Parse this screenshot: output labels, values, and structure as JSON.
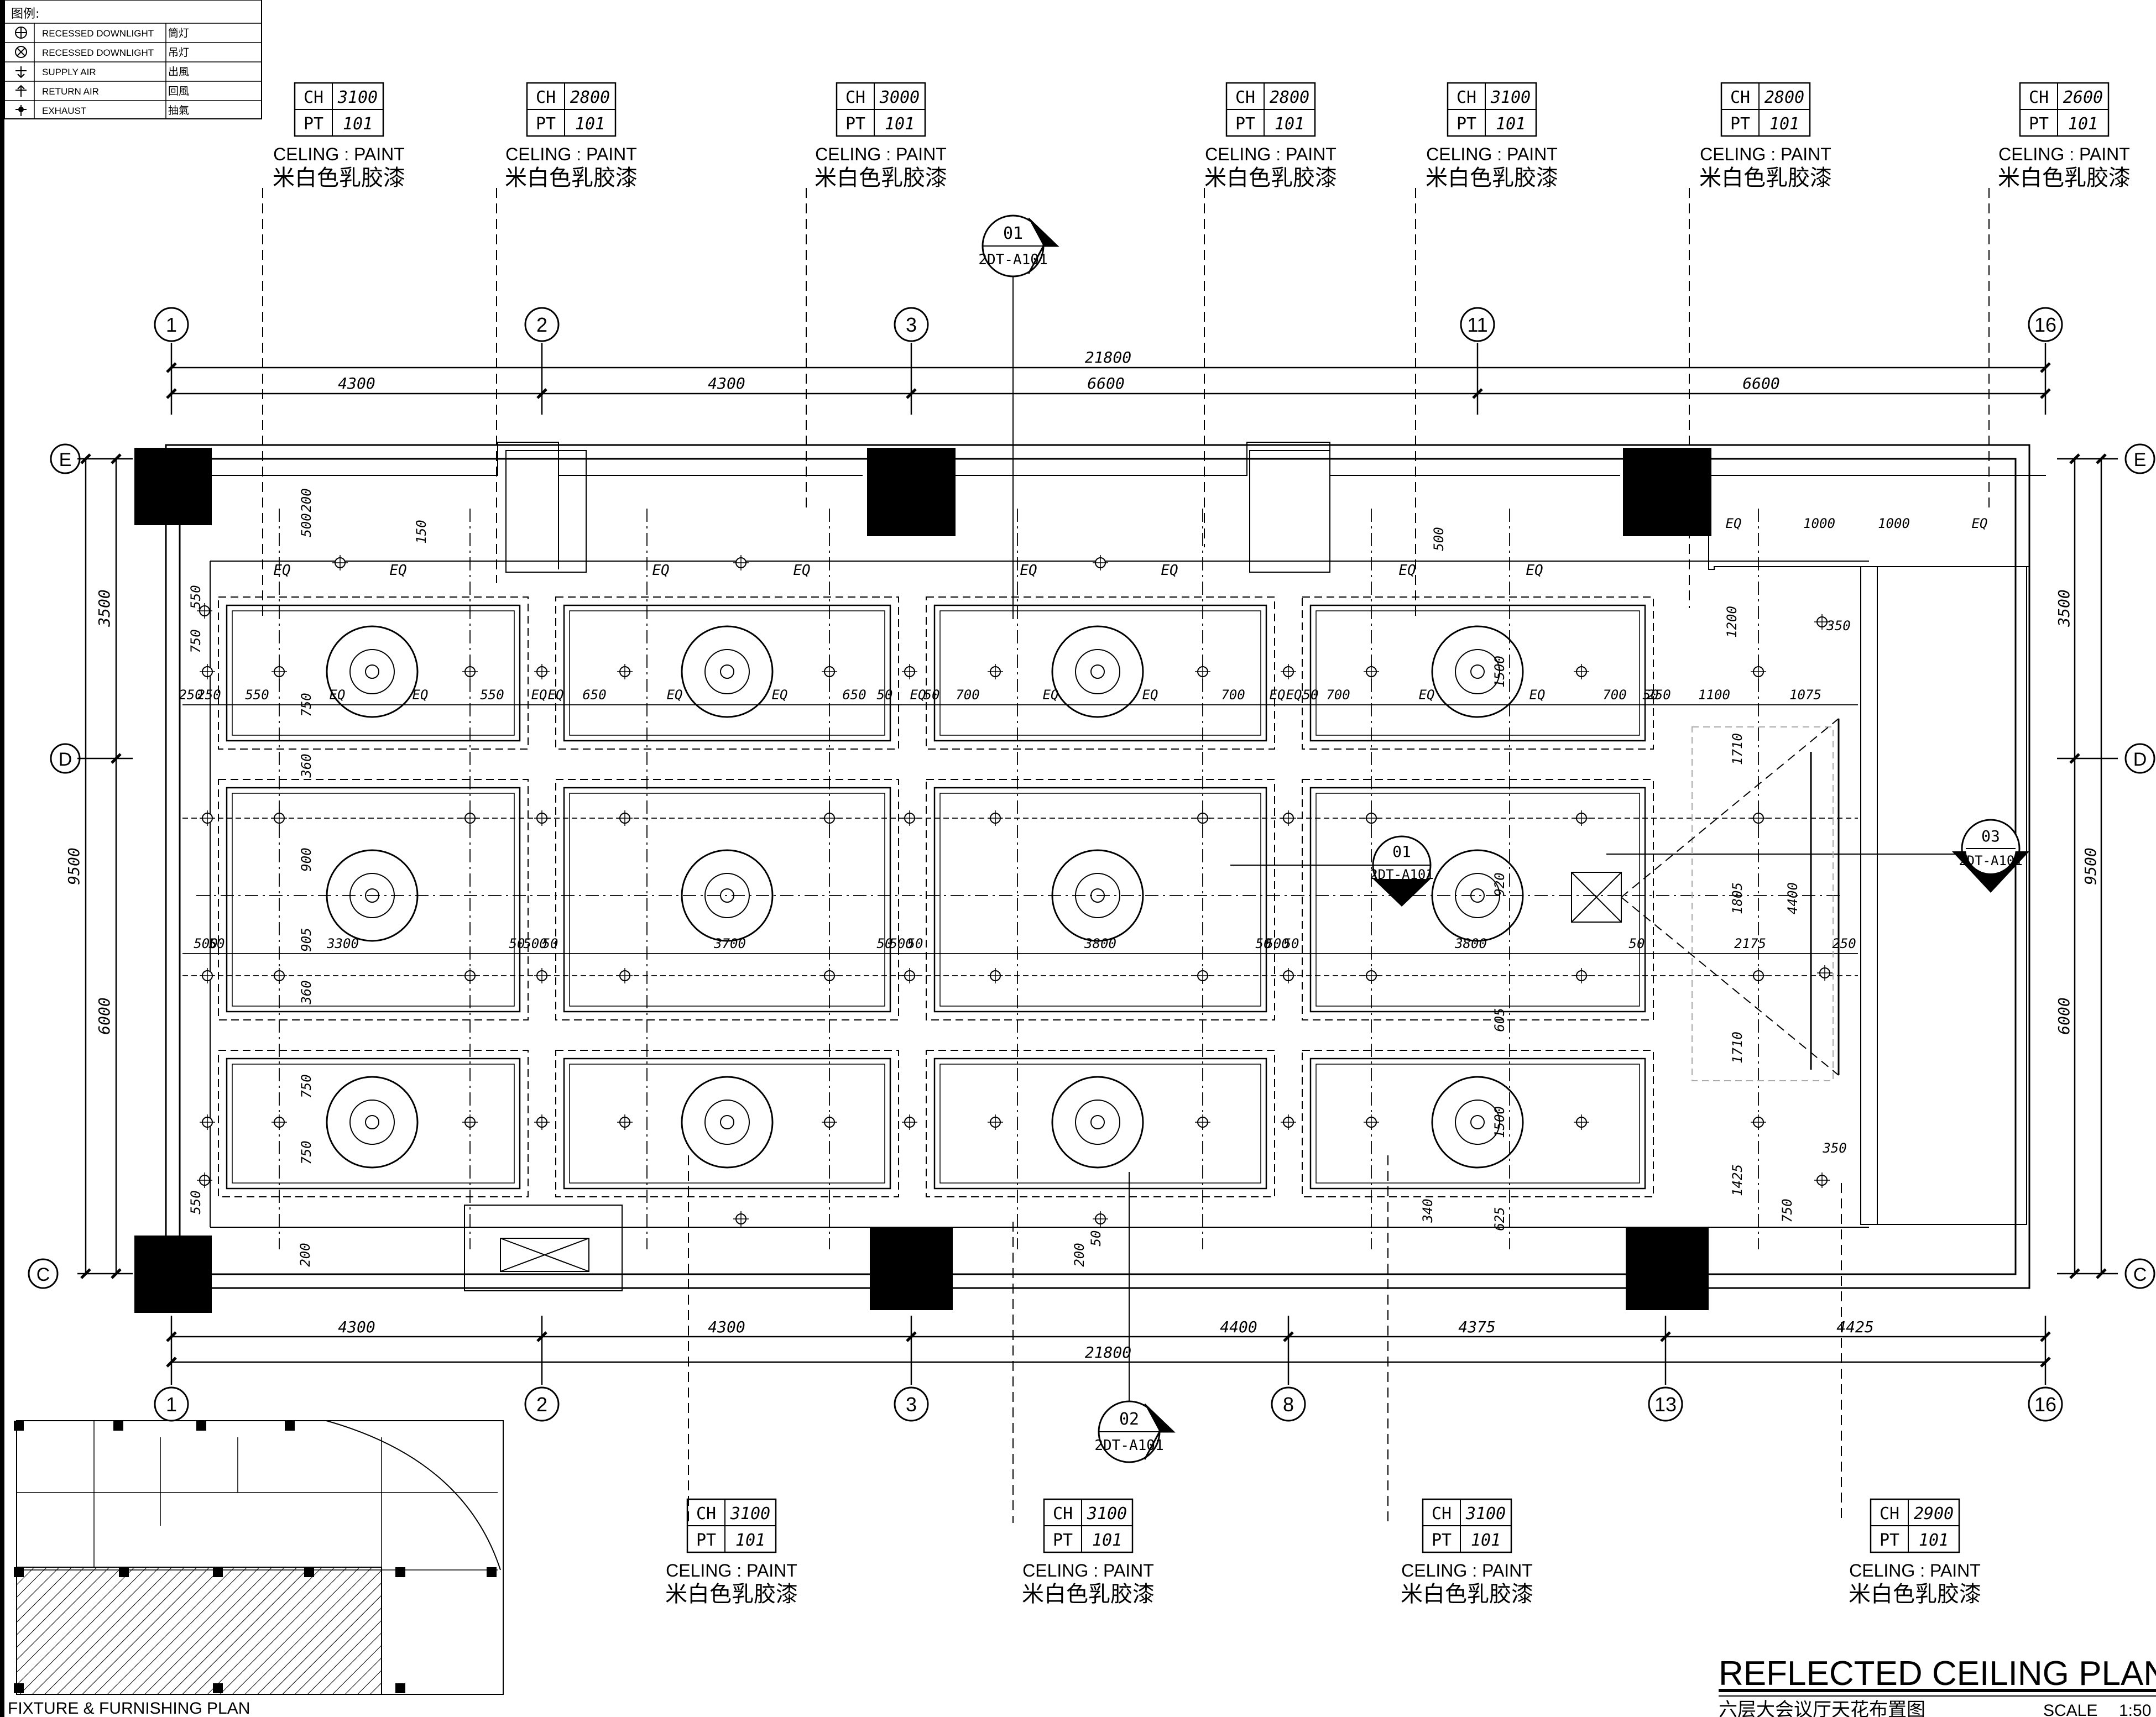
{
  "legend": {
    "title": "图例:",
    "items": [
      {
        "en": "RECESSED DOWNLIGHT",
        "cn": "筒灯"
      },
      {
        "en": "RECESSED DOWNLIGHT",
        "cn": "吊灯"
      },
      {
        "en": "SUPPLY AIR",
        "cn": "出風"
      },
      {
        "en": "RETURN AIR",
        "cn": "回風"
      },
      {
        "en": "EXHAUST",
        "cn": "抽氣"
      }
    ]
  },
  "ceiling_tags_top": [
    {
      "ch": "3100",
      "pt": "101",
      "material": "CELING : PAINT",
      "material_cn": "米白色乳胶漆"
    },
    {
      "ch": "2800",
      "pt": "101",
      "material": "CELING : PAINT",
      "material_cn": "米白色乳胶漆"
    },
    {
      "ch": "3000",
      "pt": "101",
      "material": "CELING : PAINT",
      "material_cn": "米白色乳胶漆"
    },
    {
      "ch": "2800",
      "pt": "101",
      "material": "CELING : PAINT",
      "material_cn": "米白色乳胶漆"
    },
    {
      "ch": "3100",
      "pt": "101",
      "material": "CELING : PAINT",
      "material_cn": "米白色乳胶漆"
    },
    {
      "ch": "2800",
      "pt": "101",
      "material": "CELING : PAINT",
      "material_cn": "米白色乳胶漆"
    },
    {
      "ch": "2600",
      "pt": "101",
      "material": "CELING : PAINT",
      "material_cn": "米白色乳胶漆"
    }
  ],
  "ceiling_tags_bottom": [
    {
      "ch": "3100",
      "pt": "101",
      "material": "CELING : PAINT",
      "material_cn": "米白色乳胶漆"
    },
    {
      "ch": "3100",
      "pt": "101",
      "material": "CELING : PAINT",
      "material_cn": "米白色乳胶漆"
    },
    {
      "ch": "3100",
      "pt": "101",
      "material": "CELING : PAINT",
      "material_cn": "米白色乳胶漆"
    },
    {
      "ch": "2900",
      "pt": "101",
      "material": "CELING : PAINT",
      "material_cn": "米白色乳胶漆"
    }
  ],
  "grid_top": [
    "1",
    "2",
    "3",
    "11",
    "16"
  ],
  "grid_bottom": [
    "1",
    "2",
    "3",
    "8",
    "13",
    "16"
  ],
  "grid_rows": [
    "E",
    "D",
    "C"
  ],
  "dims_top": {
    "total": "21800",
    "row1": [
      "4300",
      "4300",
      "6600",
      "6600"
    ]
  },
  "dims_bottom": {
    "total": "21800",
    "row1": [
      "4300",
      "4300",
      "4400",
      "4375",
      "4425"
    ]
  },
  "dims_left": [
    "3500",
    "9500",
    "6000"
  ],
  "dims_right": [
    "3500",
    "9500",
    "6000"
  ],
  "section_marks": [
    {
      "num": "01",
      "ref": "2DT-A101"
    },
    {
      "num": "01",
      "ref": "2DT-A101"
    },
    {
      "num": "03",
      "ref": "2DT-A101"
    },
    {
      "num": "02",
      "ref": "2DT-A101"
    }
  ],
  "inner_dims": {
    "row_top": [
      "250",
      "250",
      "550",
      "EQ",
      "EQ",
      "550",
      "EQ",
      "EQ",
      "650",
      "EQ",
      "EQ",
      "650",
      "50",
      "EQ",
      "50",
      "700",
      "EQ",
      "EQ",
      "700",
      "EQ",
      "EQ",
      "50",
      "700",
      "EQ",
      "EQ",
      "700",
      "50",
      "250",
      "1100",
      "1075"
    ],
    "row_mid": [
      "500",
      "50",
      "3300",
      "50",
      "500",
      "50",
      "3700",
      "50",
      "500",
      "50",
      "3800",
      "50",
      "500",
      "50",
      "3800",
      "50",
      "2175",
      "250"
    ],
    "eq_marks": [
      "EQ",
      "EQ",
      "EQ",
      "EQ",
      "EQ",
      "EQ",
      "EQ",
      "EQ"
    ],
    "verticals_left": [
      "550",
      "750",
      "750",
      "360",
      "900",
      "905",
      "360",
      "750",
      "750",
      "550"
    ],
    "verticals_right": [
      "1200",
      "1710",
      "1805",
      "1710",
      "1425",
      "4400",
      "350",
      "350",
      "750"
    ],
    "misc": [
      "500",
      "200",
      "150",
      "1000",
      "1000",
      "EQ",
      "EQ",
      "1500",
      "1500",
      "920",
      "605",
      "625",
      "340",
      "200",
      "200",
      "50",
      "500"
    ]
  },
  "keyplan_title": "FIXTURE & FURNISHING PLAN",
  "title": "REFLECTED CEILING PLAN",
  "subtitle": "六层大会议厅天花布置图",
  "scale_label": "SCALE",
  "scale_value": "1:50"
}
